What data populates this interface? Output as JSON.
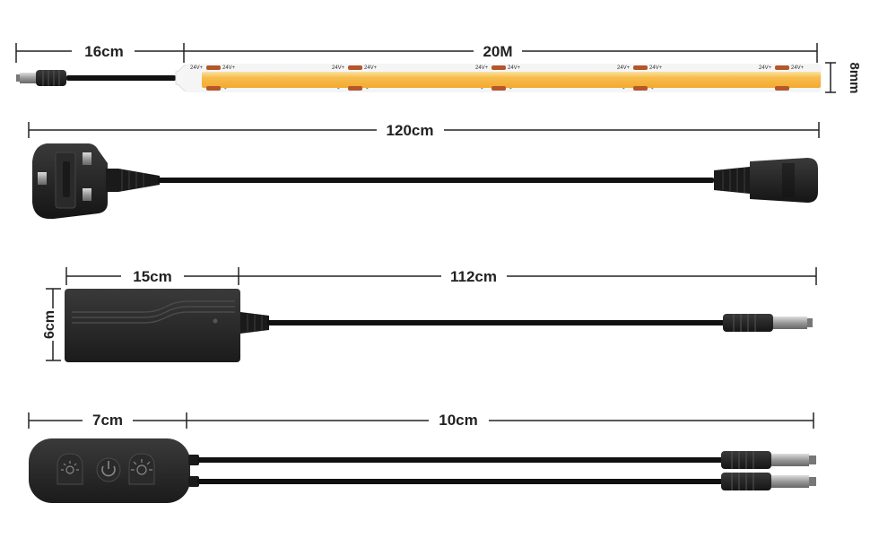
{
  "strip": {
    "cable_length": "16cm",
    "strip_length": "20M",
    "strip_width": "8mm",
    "marking_voltage": "24V+",
    "marking_minus": "-",
    "color": "#f6b43c"
  },
  "power_cord": {
    "length": "120cm"
  },
  "adapter": {
    "body_length": "15cm",
    "cable_length": "112cm",
    "body_width": "6cm"
  },
  "controller": {
    "body_length": "7cm",
    "cable_length": "10cm"
  }
}
